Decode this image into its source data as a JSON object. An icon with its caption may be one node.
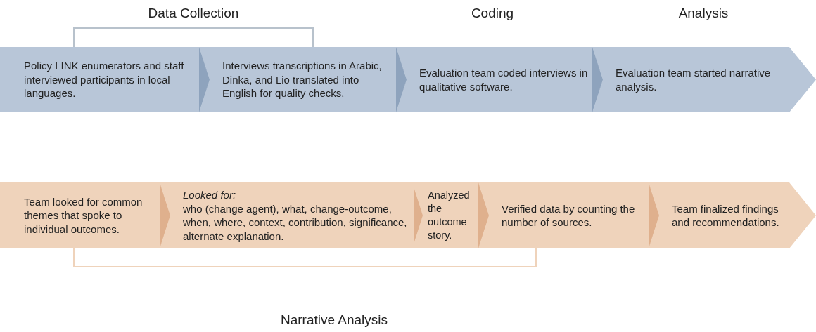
{
  "diagram": {
    "nodes": [
      {
        "text": [
          "Policy LINK enumerators and staff interviewed participants in local languages."
        ]
      },
      {
        "text": [
          "Interviews transcriptions in Arabic, Dinka, and Lio translated into English for quality checks."
        ]
      },
      {
        "text": [
          "Evaluation team coded interviews in qualitative software."
        ]
      },
      {
        "text": [
          "Evaluation team started narrative analysis."
        ]
      },
      {
        "text": [
          "Team looked for common themes that spoke to individual outcomes."
        ]
      },
      {
        "text": [
          "Looked for:",
          "who (change agent), what, change-outcome, when, where, context, contribution, significance, alternate explanation."
        ]
      },
      {
        "text": [
          "Analyzed the outcome story."
        ]
      },
      {
        "text": [
          "Verified data by counting the number of sources."
        ]
      },
      {
        "text": [
          "Team finalized findings and recommendations."
        ]
      }
    ],
    "edges": [
      {
        "from": 0,
        "to": 1,
        "arrow": "to",
        "color": "#8ea3bd"
      },
      {
        "from": 1,
        "to": 2,
        "arrow": "to",
        "color": "#8ea3bd"
      },
      {
        "from": 2,
        "to": 3,
        "arrow": "to",
        "color": "#8ea3bd"
      },
      {
        "from": 4,
        "to": 5,
        "arrow": "to"
      },
      {
        "from": 5,
        "to": 6,
        "arrow": "to"
      },
      {
        "from": 6,
        "to": 7,
        "arrow": "to"
      },
      {
        "from": 7,
        "to": 8,
        "arrow": "to"
      }
    ],
    "labels": [
      "Data Collection",
      "Coding",
      "Analysis",
      "Narrative Analysis"
    ]
  }
}
